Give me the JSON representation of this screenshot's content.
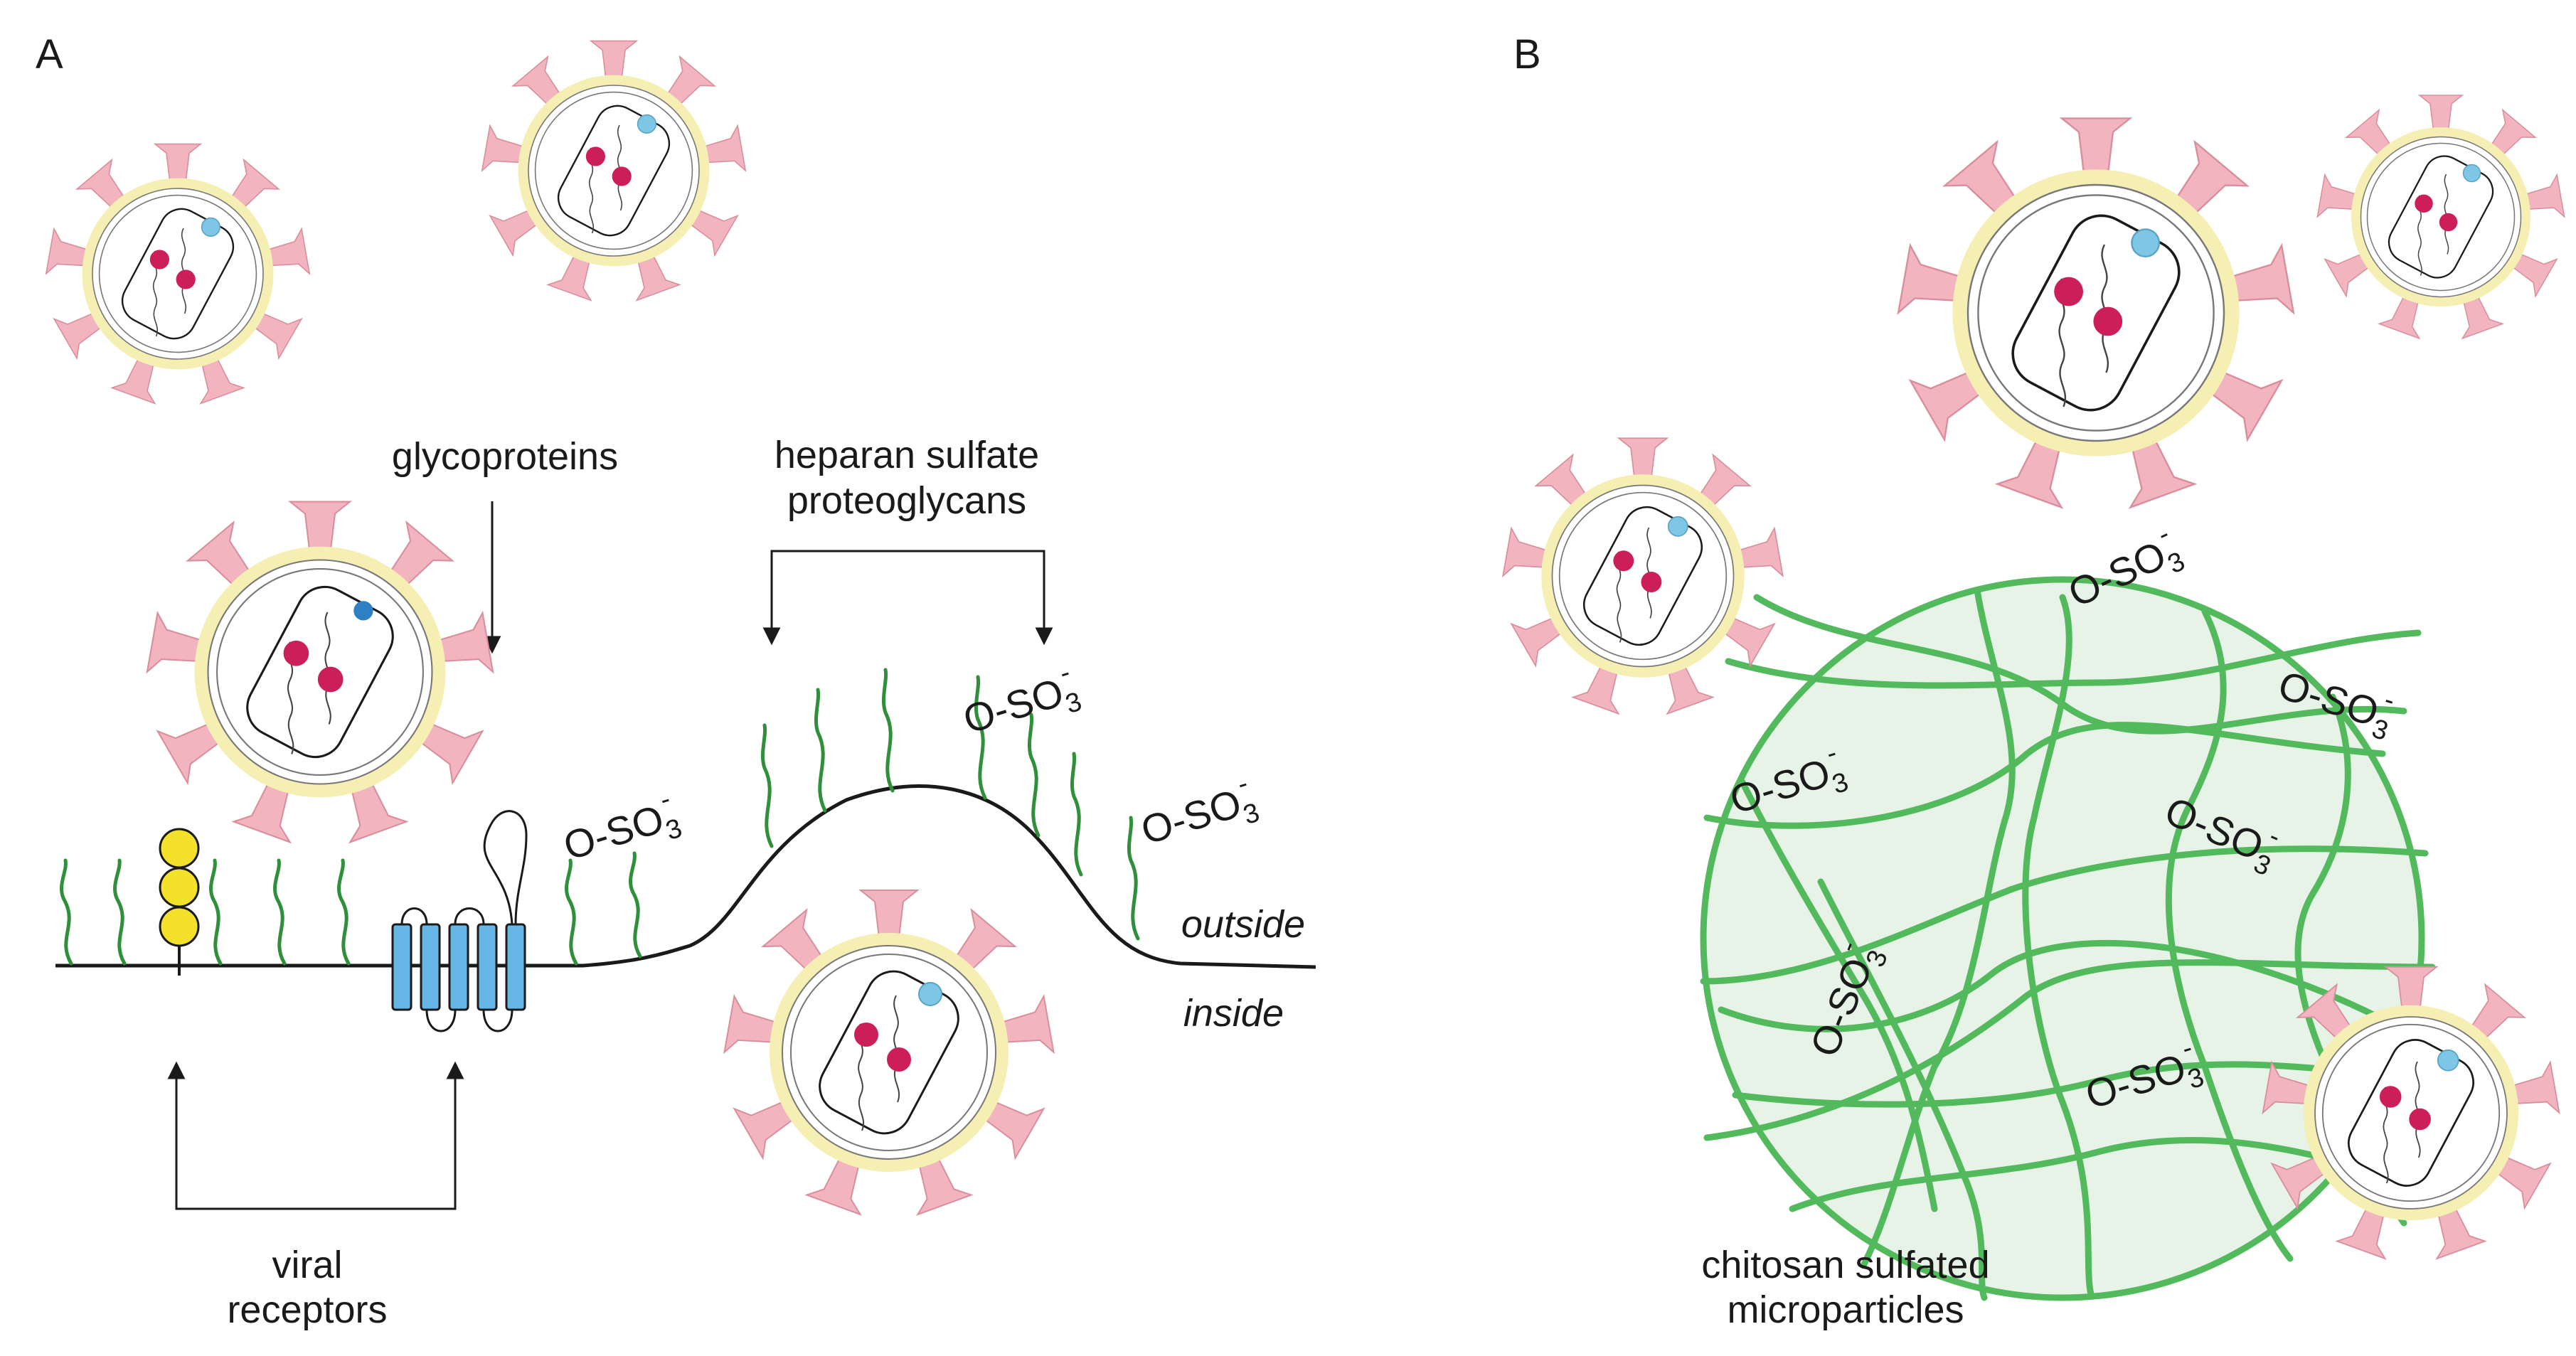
{
  "panels": {
    "a": "A",
    "b": "B"
  },
  "labels": {
    "glycoproteins": "glycoproteins",
    "hspg_line1": "heparan sulfate",
    "hspg_line2": "proteoglycans",
    "outside": "outside",
    "inside": "inside",
    "receptors_line1": "viral",
    "receptors_line2": "receptors",
    "particles_line1": "chitosan sulfated",
    "particles_line2": "microparticles"
  },
  "chem": {
    "sulfate_main": "O-SO",
    "sulfate_sub": "3",
    "sulfate_charge": "-"
  },
  "colors": {
    "envelope": "#f6efb4",
    "spike": "#f2b5c0",
    "spike_stroke": "#d98e9c",
    "membrane": "#1a1a1a",
    "chain": "#2f8f3a",
    "mesh": "#52b95c",
    "mesh_fill": "#e6f3e6",
    "rna_dot": "#cc1f5a",
    "blue_dot": "#7ec6e6",
    "receptor_blue": "#66b7e8",
    "receptor_yellow": "#f4e12a"
  },
  "icons": {
    "virus": "virus-particle-icon",
    "receptor_7tm": "seven-transmembrane-receptor-icon",
    "receptor_beads": "bead-chain-receptor-icon"
  }
}
